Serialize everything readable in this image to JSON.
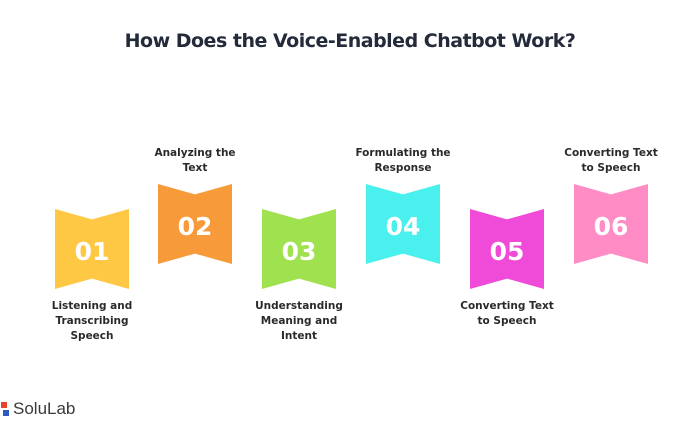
{
  "title": "How Does the Voice-Enabled Chatbot Work?",
  "steps": [
    {
      "number": "01",
      "label": "Listening and\nTranscribing\nSpeech",
      "color": "#ffc844",
      "position": "low",
      "label_side": "below"
    },
    {
      "number": "02",
      "label": "Analyzing the\nText",
      "color": "#f79a3a",
      "position": "high",
      "label_side": "above"
    },
    {
      "number": "03",
      "label": "Understanding\nMeaning and\nIntent",
      "color": "#9fe14e",
      "position": "low",
      "label_side": "below"
    },
    {
      "number": "04",
      "label": "Formulating the\nResponse",
      "color": "#4af0ee",
      "position": "high",
      "label_side": "above"
    },
    {
      "number": "05",
      "label": "Converting Text\nto Speech",
      "color": "#f04ad8",
      "position": "low",
      "label_side": "below"
    },
    {
      "number": "06",
      "label": "Converting Text\nto Speech",
      "color": "#ff8cc4",
      "position": "high",
      "label_side": "above"
    }
  ],
  "brand": {
    "name": "SoluLab",
    "icon": "solulab-logo-icon"
  }
}
